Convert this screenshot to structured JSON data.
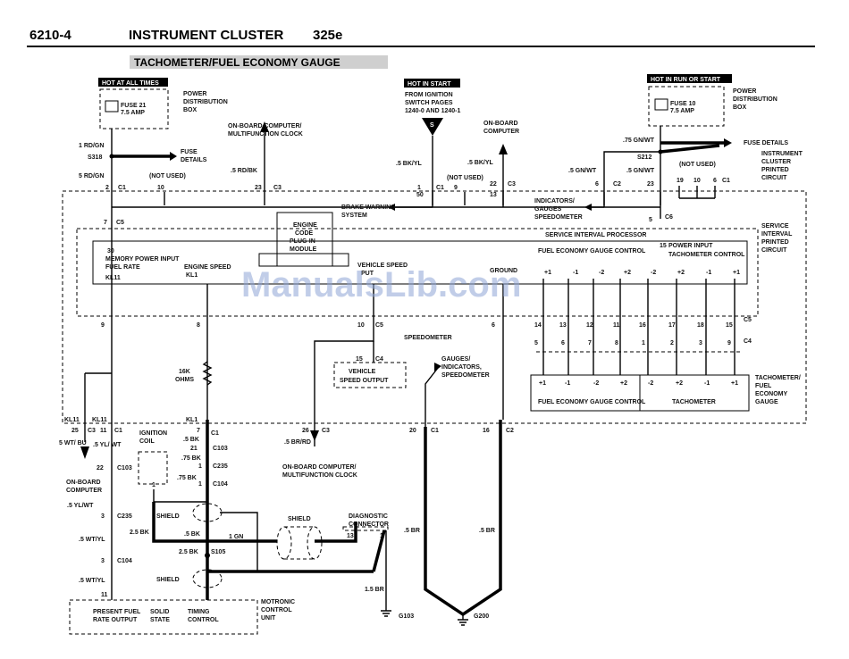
{
  "header": {
    "page_code": "6210-4",
    "title": "INSTRUMENT CLUSTER",
    "model": "325e",
    "diagram_title": "TACHOMETER/FUEL ECONOMY GAUGE"
  },
  "watermark": "ManualsLib.com",
  "power_sources": {
    "hot_at_all_times": "HOT AT ALL TIMES",
    "hot_in_start": "HOT IN START",
    "hot_in_run_or_start": "HOT IN RUN OR START",
    "fuse21_name": "FUSE 21",
    "fuse21_rating": "7.5 AMP",
    "fuse10_name": "FUSE 10",
    "fuse10_rating": "7.5 AMP",
    "pdb_line1": "POWER",
    "pdb_line2": "DISTRIBUTION",
    "pdb_line3": "BOX",
    "ign_line1": "FROM IGNITION",
    "ign_line2": "SWITCH PAGES",
    "ign_line3": "1240-0 AND 1240-1",
    "s_symbol": "S"
  },
  "labels": {
    "fuse_details_1": "FUSE",
    "fuse_details_2": "DETAILS",
    "fuse_details_r": "FUSE DETAILS",
    "obc_mfc_top_1": "ON-BOARD COMPUTER/",
    "obc_mfc_top_2": "MULTIFUNCTION CLOCK",
    "obc_top_1": "ON-BOARD",
    "obc_top_2": "COMPUTER",
    "not_used": "(NOT USED)",
    "brake_warning_1": "BRAKE WARNING",
    "brake_warning_2": "SYSTEM",
    "indicators_1": "INDICATORS/",
    "indicators_2": "GAUGES",
    "indicators_3": "SPEEDOMETER",
    "ic_pc_1": "INSTRUMENT",
    "ic_pc_2": "CLUSTER",
    "ic_pc_3": "PRINTED",
    "ic_pc_4": "CIRCUIT",
    "sip_1": "SERVICE",
    "sip_2": "INTERVAL",
    "sip_3": "PRINTED",
    "sip_4": "CIRCUIT",
    "service_interval_processor": "SERVICE INTERVAL PROCESSOR",
    "engine_code_1": "ENGINE",
    "engine_code_2": "CODE",
    "engine_code_3": "PLUG-IN",
    "engine_code_4": "MODULE",
    "memory_power": "MEMORY POWER INPUT",
    "fuel_rate": "FUEL RATE",
    "kl1": "KL1",
    "kl11": "KL11",
    "engine_speed": "ENGINE SPEED",
    "vehicle_speed_1": "VEHICLE SPEED",
    "vehicle_speed_2": "PUT",
    "ground": "GROUND",
    "fegc": "FUEL ECONOMY GAUGE CONTROL",
    "power_input": "POWER INPUT",
    "tach_control": "TACHOMETER CONTROL",
    "speedometer": "SPEEDOMETER",
    "vso_1": "VEHICLE",
    "vso_2": "SPEED OUTPUT",
    "gis_1": "GAUGES/",
    "gis_2": "INDICATORS,",
    "gis_3": "SPEEDOMETER",
    "tach_feg_1": "TACHOMETER/",
    "tach_feg_2": "FUEL",
    "tach_feg_3": "ECONOMY",
    "tach_feg_4": "GAUGE",
    "tachometer": "TACHOMETER",
    "ohms_1": "16K",
    "ohms_2": "OHMS",
    "ignition_coil_1": "IGNITION",
    "ignition_coil_2": "COIL",
    "shield": "SHIELD",
    "diag_1": "DIAGNOSTIC",
    "diag_2": "CONNECTOR",
    "obc_left_1": "ON-BOARD",
    "obc_left_2": "COMPUTER",
    "obc_mfc_bot_1": "ON-BOARD COMPUTER/",
    "obc_mfc_bot_2": "MULTIFUNCTION CLOCK",
    "mcu_1": "MOTRONIC",
    "mcu_2": "CONTROL",
    "mcu_3": "UNIT",
    "pfro_1": "PRESENT FUEL",
    "pfro_2": "RATE OUTPUT",
    "ss_1": "SOLID",
    "ss_2": "STATE",
    "tc_1": "TIMING",
    "tc_2": "CONTROL",
    "g103": "G103",
    "g200": "G200"
  },
  "wires": {
    "rdgn_1": "1 RD/GN",
    "s318": "S318",
    "rdgn_5": "5 RD/GN",
    "rdbk": ".5 RD/BK",
    "bkyl_left": ".5 BK/YL",
    "bkyl_right": ".5 BK/YL",
    "gnwt_75": ".75 GN/WT",
    "s212": "S212",
    "gnwt_5a": ".5 GN/WT",
    "gnwt_5b": ".5 GN/WT",
    "wtbu": "5 WT/ BU",
    "ylwt_5": ".5 YL/ WT",
    "ylwt_5b": ".5 YL/WT",
    "wtyl_a": ".5 WT/YL",
    "wtyl_b": ".5 WT/YL",
    "bk_5a": ".5 BK",
    "bk_75a": ".75 BK",
    "bk_75b": ".75 BK",
    "bk_25a": "2.5 BK",
    "bk_5b": ".5 BK",
    "bk_25b": "2.5 BK",
    "s105": "S105",
    "gn_1": "1 GN",
    "br_15": "1.5 BR",
    "brrd": ".5 BR/RD",
    "br_5a": ".5 BR",
    "br_5b": ".5 BR"
  },
  "connectors": {
    "c1": "C1",
    "c2": "C2",
    "c3": "C3",
    "c4": "C4",
    "c5": "C5",
    "c6": "C6",
    "c103": "C103",
    "c104": "C104",
    "c235": "C235"
  },
  "pins": {
    "p1": "1",
    "p2": "2",
    "p3": "3",
    "p5": "5",
    "p6": "6",
    "p7": "7",
    "p8": "8",
    "p9": "9",
    "p10": "10",
    "p11": "11",
    "p12": "12",
    "p13": "13",
    "p14": "14",
    "p15": "15",
    "p16": "16",
    "p17": "17",
    "p18": "18",
    "p19": "19",
    "p20": "20",
    "p21": "21",
    "p22": "22",
    "p23": "23",
    "p25": "25",
    "p26": "26",
    "p30": "30",
    "p50": "50",
    "plus1": "+1",
    "minus1": "-1",
    "minus2": "-2",
    "plus2": "+2"
  }
}
